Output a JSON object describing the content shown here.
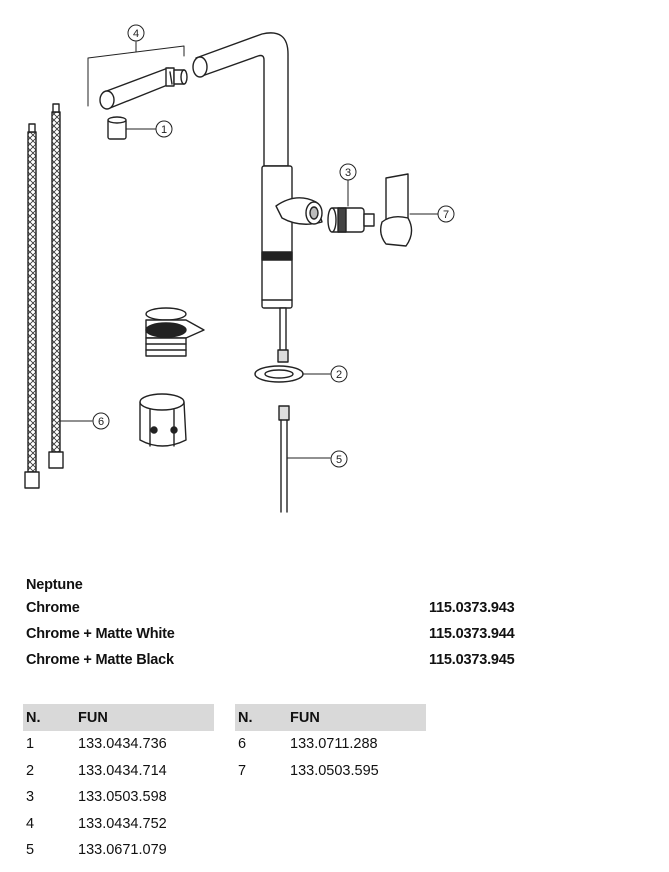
{
  "diagram": {
    "callouts": [
      "1",
      "2",
      "3",
      "4",
      "5",
      "6",
      "7"
    ]
  },
  "product": {
    "title": "Neptune",
    "variants": [
      {
        "name": "Chrome",
        "code": "115.0373.943"
      },
      {
        "name": "Chrome + Matte White",
        "code": "115.0373.944"
      },
      {
        "name": "Chrome + Matte Black",
        "code": "115.0373.945"
      }
    ]
  },
  "parts_table": {
    "headers": {
      "n": "N.",
      "fun": "FUN"
    },
    "left": [
      {
        "n": "1",
        "fun": "133.0434.736"
      },
      {
        "n": "2",
        "fun": "133.0434.714"
      },
      {
        "n": "3",
        "fun": "133.0503.598"
      },
      {
        "n": "4",
        "fun": "133.0434.752"
      },
      {
        "n": "5",
        "fun": "133.0671.079"
      }
    ],
    "right": [
      {
        "n": "6",
        "fun": "133.0711.288"
      },
      {
        "n": "7",
        "fun": "133.0503.595"
      }
    ]
  }
}
